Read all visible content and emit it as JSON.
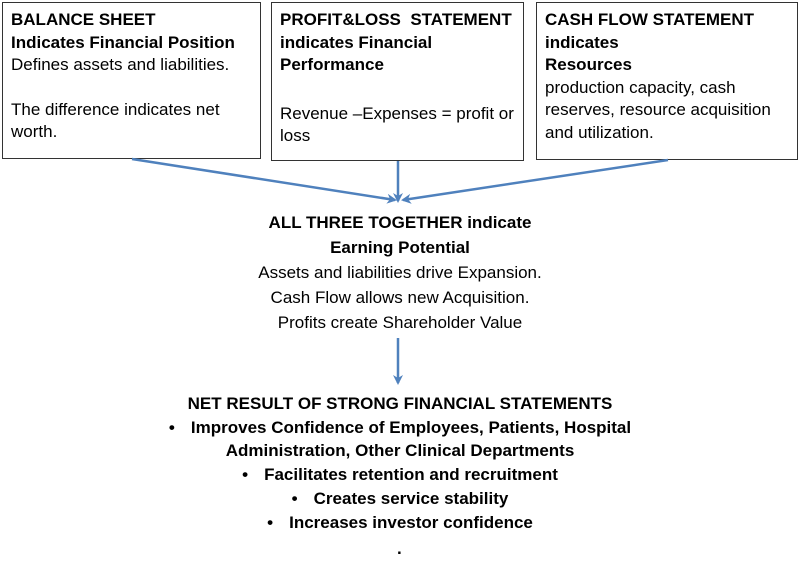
{
  "boxes": {
    "balance_sheet": {
      "title": "BALANCE SHEET",
      "subtitle": "Indicates Financial Position",
      "line1": "Defines assets and liabilities.",
      "line2": "The difference indicates net worth."
    },
    "profit_loss": {
      "title": "PROFIT&LOSS  STATEMENT",
      "subtitle": "indicates Financial Performance",
      "line1": "Revenue –Expenses = profit or loss"
    },
    "cash_flow": {
      "title": "CASH FLOW STATEMENT",
      "subtitle1": "indicates",
      "subtitle2": "Resources",
      "line1": "production capacity, cash reserves, resource acquisition and utilization."
    }
  },
  "together": {
    "title": "ALL THREE TOGETHER indicate",
    "subtitle": "Earning Potential",
    "lines": [
      "Assets and liabilities drive Expansion.",
      "Cash Flow allows new Acquisition.",
      "Profits create Shareholder Value"
    ]
  },
  "net_result": {
    "title": "NET RESULT OF STRONG FINANCIAL STATEMENTS",
    "bullet_glyph": "•",
    "items": [
      "Improves Confidence of Employees, Patients, Hospital Administration, Other Clinical Departments",
      "Facilitates retention and recruitment",
      "Creates service stability",
      "Increases investor confidence"
    ],
    "trailing": "."
  },
  "colors": {
    "arrow": "#4f81bd",
    "border": "#333333"
  }
}
